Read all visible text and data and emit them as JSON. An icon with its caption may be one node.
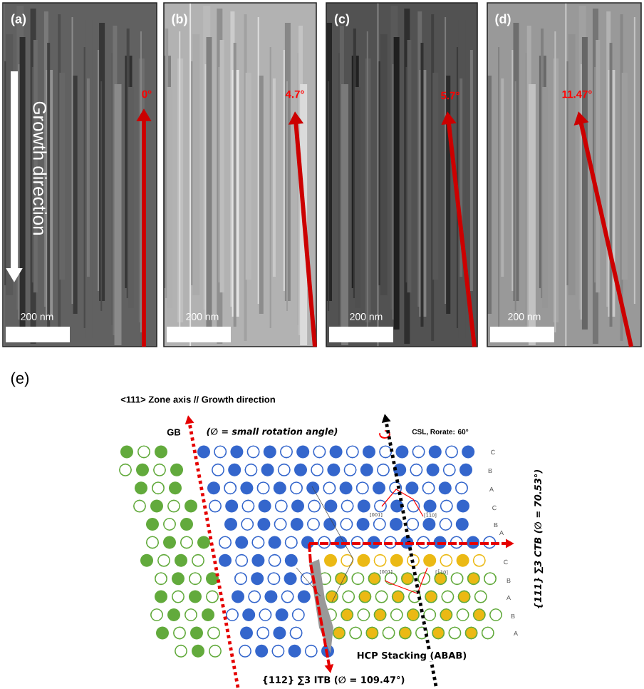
{
  "diagram": {
    "labels": [
      "(a)",
      "Growth direction",
      "0°",
      "200 nm",
      "(b)",
      "4.7°",
      "200 nm",
      "(c)",
      "5.7°",
      "200 nm",
      "(d)",
      "11.47°",
      "200 nm",
      "(e)",
      "<111> Zone axis // Growth direction",
      "GB",
      "(∅ = small rotation angle)",
      "CSL, Rorate: 60°",
      "C",
      "B",
      "A",
      "C",
      "[001]",
      "[1̄10]",
      "B",
      "A",
      "{111} ∑3 CTB (∅ = 70.53°)",
      "C",
      "[001]",
      "[1̄10]",
      "B",
      "A",
      "B",
      "A",
      "HCP Stacking (ABAB)",
      "{112} ∑3 ITB (∅ = 109.47°)"
    ]
  }
}
